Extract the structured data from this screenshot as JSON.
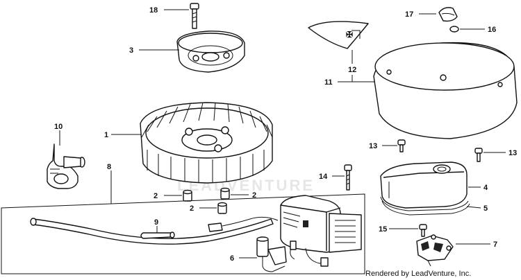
{
  "credit": "Rendered by LeadVenture, Inc.",
  "watermark": "LEADVENTURE",
  "callouts": {
    "c1": "1",
    "c2a": "2",
    "c2b": "2",
    "c2c": "2",
    "c3": "3",
    "c4": "4",
    "c5": "5",
    "c6": "6",
    "c7": "7",
    "c8": "8",
    "c9": "9",
    "c10": "10",
    "c11": "11",
    "c12": "12",
    "c13a": "13",
    "c13b": "13",
    "c14": "14",
    "c15": "15",
    "c16": "16",
    "c17": "17",
    "c18": "18"
  }
}
